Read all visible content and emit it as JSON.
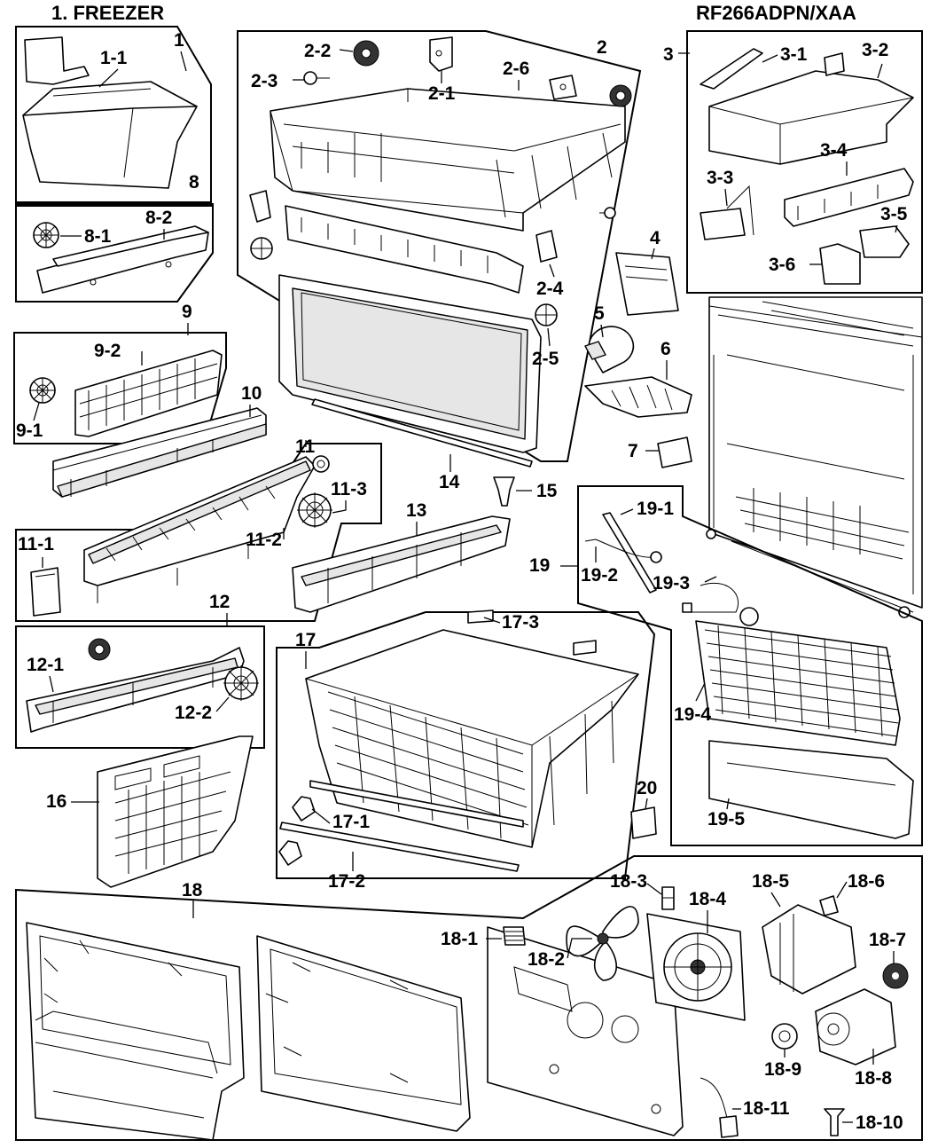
{
  "header": {
    "section_title": "1. FREEZER",
    "model_number": "RF266ADPN/XAA"
  },
  "labels": {
    "l1": "1",
    "l1_1": "1-1",
    "l2": "2",
    "l2_1": "2-1",
    "l2_2": "2-2",
    "l2_3": "2-3",
    "l2_4": "2-4",
    "l2_5": "2-5",
    "l2_6": "2-6",
    "l3": "3",
    "l3_1": "3-1",
    "l3_2": "3-2",
    "l3_3": "3-3",
    "l3_4": "3-4",
    "l3_5": "3-5",
    "l3_6": "3-6",
    "l4": "4",
    "l5": "5",
    "l6": "6",
    "l7": "7",
    "l8": "8",
    "l8_1": "8-1",
    "l8_2": "8-2",
    "l9": "9",
    "l9_1": "9-1",
    "l9_2": "9-2",
    "l10": "10",
    "l11": "11",
    "l11_1": "11-1",
    "l11_2": "11-2",
    "l11_3": "11-3",
    "l12": "12",
    "l12_1": "12-1",
    "l12_2": "12-2",
    "l13": "13",
    "l14": "14",
    "l15": "15",
    "l16": "16",
    "l17": "17",
    "l17_1": "17-1",
    "l17_2": "17-2",
    "l17_3": "17-3",
    "l18": "18",
    "l18_1": "18-1",
    "l18_2": "18-2",
    "l18_3": "18-3",
    "l18_4": "18-4",
    "l18_5": "18-5",
    "l18_6": "18-6",
    "l18_7": "18-7",
    "l18_8": "18-8",
    "l18_9": "18-9",
    "l18_10": "18-10",
    "l18_11": "18-11",
    "l19": "19",
    "l19_1": "19-1",
    "l19_2": "19-2",
    "l19_3": "19-3",
    "l19_4": "19-4",
    "l19_5": "19-5",
    "l20": "20"
  }
}
